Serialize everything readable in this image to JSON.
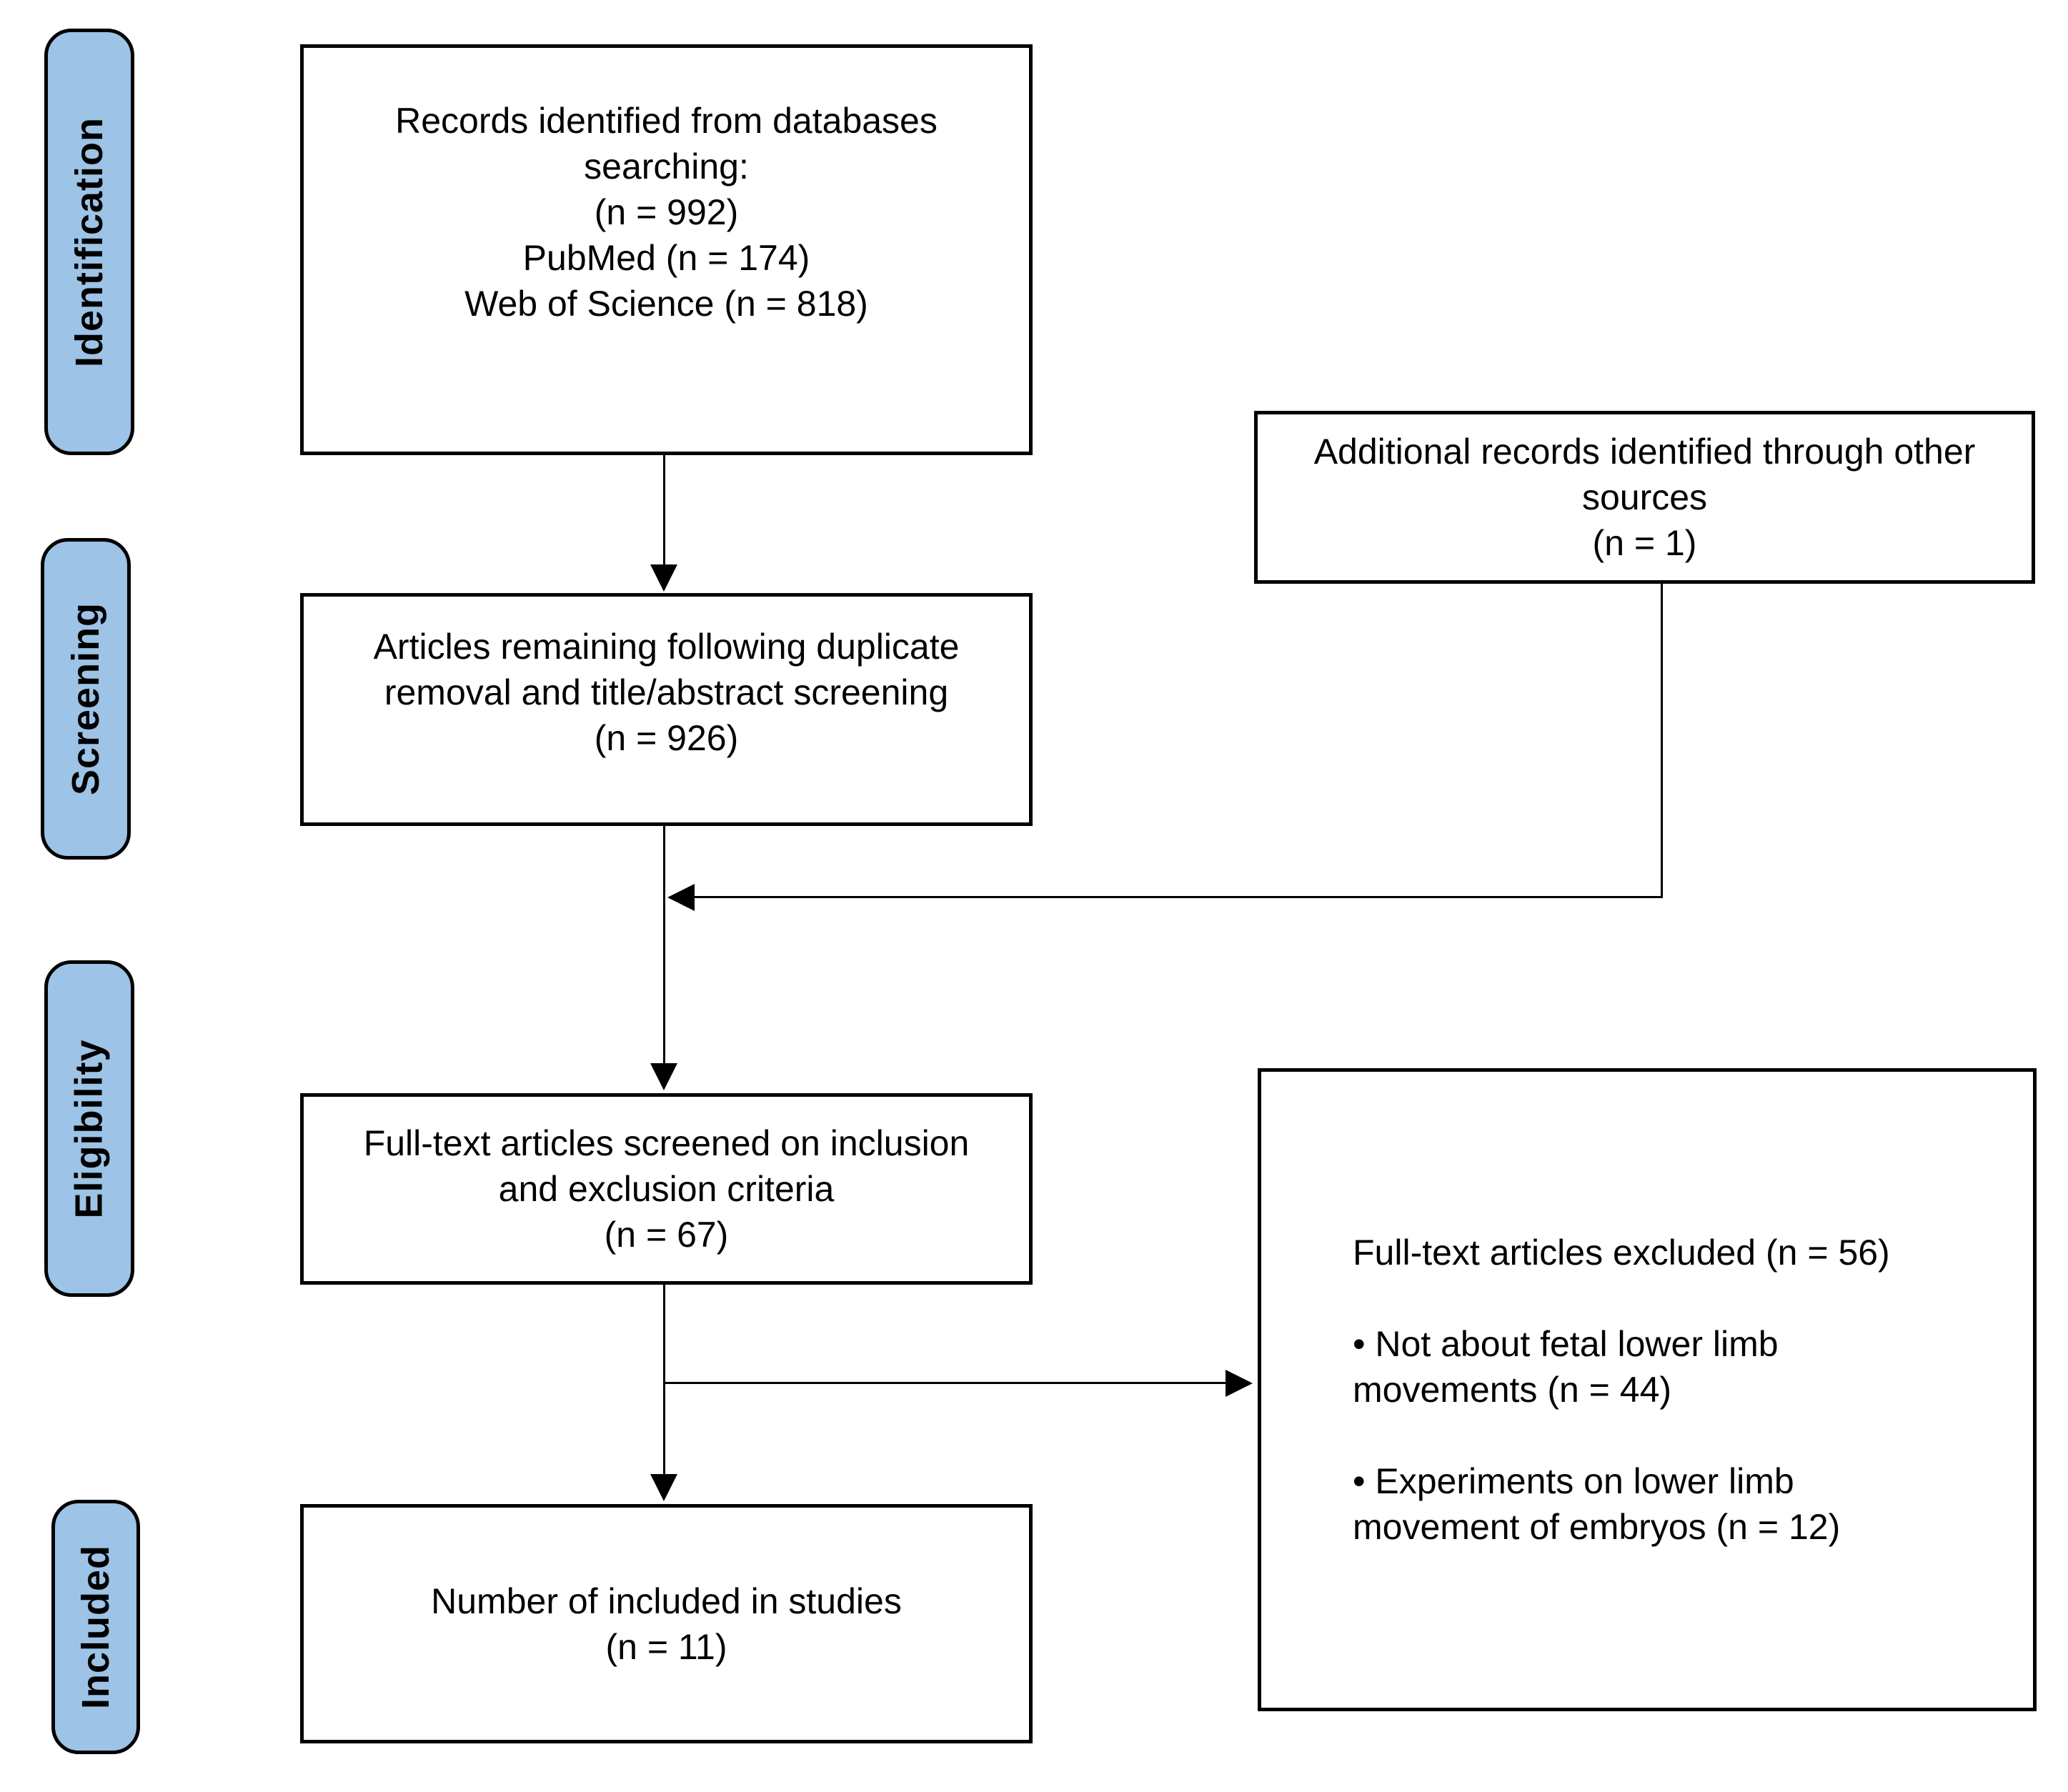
{
  "stages": [
    {
      "label": "Identification"
    },
    {
      "label": "Screening"
    },
    {
      "label": "Eligibility"
    },
    {
      "label": "Included"
    }
  ],
  "boxes": {
    "records": {
      "text": "Records identified from databases\nsearching:\n(n = 992)\nPubMed (n = 174)\nWeb of Science (n = 818)"
    },
    "additional": {
      "text": "Additional records identified through other\nsources\n(n = 1)"
    },
    "screening_result": {
      "text": "Articles remaining following duplicate\nremoval and title/abstract screening\n(n = 926)"
    },
    "eligibility_screen": {
      "text": "Full-text articles screened on inclusion\nand exclusion criteria\n(n = 67)"
    },
    "excluded": {
      "text": "Full-text articles excluded (n = 56)\n\n• Not about fetal lower limb\nmovements (n = 44)\n\n• Experiments on lower limb\nmovement of embryos (n = 12)"
    },
    "included": {
      "text": "Number of included in studies\n(n = 11)"
    }
  },
  "counts": {
    "records_total": 992,
    "pubmed": 174,
    "web_of_science": 818,
    "additional_sources": 1,
    "after_screening": 926,
    "full_text_screened": 67,
    "full_text_excluded": 56,
    "not_about_fetal_lower_limb": 44,
    "experiments_on_embryos": 12,
    "included_studies": 11
  },
  "colors": {
    "stage_fill": "#9DC3E6",
    "stage_border": "#000000",
    "box_fill": "#FFFFFF",
    "box_border": "#000000",
    "line_color": "#000000",
    "text_color": "#000000"
  }
}
